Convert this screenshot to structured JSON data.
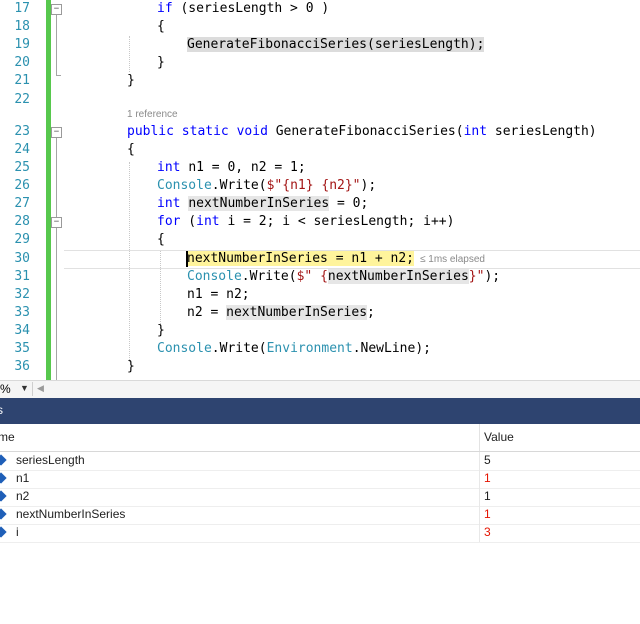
{
  "editor": {
    "line_numbers": [
      "17",
      "18",
      "19",
      "20",
      "21",
      "22",
      "23",
      "24",
      "25",
      "26",
      "27",
      "28",
      "29",
      "30",
      "31",
      "32",
      "33",
      "34",
      "35",
      "36"
    ],
    "codelens": "1 reference",
    "perf_tip": "≤ 1ms elapsed",
    "code": {
      "l17": {
        "kw_if": "if",
        "rest": " (seriesLength > 0 )"
      },
      "l18": {
        "brace": "{"
      },
      "l19": {
        "call": "GenerateFibonacciSeries(seriesLength);"
      },
      "l20": {
        "brace": "}"
      },
      "l21": {
        "brace": "}"
      },
      "l23": {
        "kw1": "public",
        "kw2": "static",
        "kw3": "void",
        "name": "GenerateFibonacciSeries(",
        "kw4": "int",
        "param": "seriesLength)"
      },
      "l24": {
        "brace": "{"
      },
      "l25": {
        "kw": "int",
        "rest": "n1 = 0, n2 = 1;"
      },
      "l26": {
        "type": "Console",
        "method": ".Write(",
        "str": "$\"{n1} {n2}\"",
        "end": ");"
      },
      "l27": {
        "kw": "int",
        "var": "nextNumberInSeries",
        "rest": " = 0;"
      },
      "l28": {
        "kw_for": "for",
        "open": " (",
        "kw_int": "int",
        "rest": " i = 2; i < seriesLength; i++)"
      },
      "l29": {
        "brace": "{"
      },
      "l30": {
        "var": "nextNumberInSeries",
        "rest": " = n1 + n2;"
      },
      "l31": {
        "type": "Console",
        "method": ".Write(",
        "str_open": "$\" {",
        "var": "nextNumberInSeries",
        "str_close": "}\"",
        "end": ");"
      },
      "l32": {
        "text": "n1 = n2;"
      },
      "l33": {
        "lead": "n2 = ",
        "var": "nextNumberInSeries",
        "end": ";"
      },
      "l34": {
        "brace": "}"
      },
      "l35": {
        "type": "Console",
        "method": ".Write(",
        "type2": "Environment",
        "prop": ".NewLine",
        "end": ");"
      },
      "l36": {
        "brace": "}"
      }
    }
  },
  "zoom": {
    "value": "%"
  },
  "locals_panel": {
    "title": "s",
    "columns": {
      "name": "me",
      "value": "Value"
    },
    "rows": [
      {
        "name": "seriesLength",
        "value": "5",
        "changed": false
      },
      {
        "name": "n1",
        "value": "1",
        "changed": true
      },
      {
        "name": "n2",
        "value": "1",
        "changed": false
      },
      {
        "name": "nextNumberInSeries",
        "value": "1",
        "changed": true
      },
      {
        "name": "i",
        "value": "3",
        "changed": true
      }
    ]
  },
  "colors": {
    "changed_value": "#e51400",
    "normal_value": "#1e1e1e",
    "panel_header": "#2e4470",
    "change_bar": "#57c84d"
  }
}
